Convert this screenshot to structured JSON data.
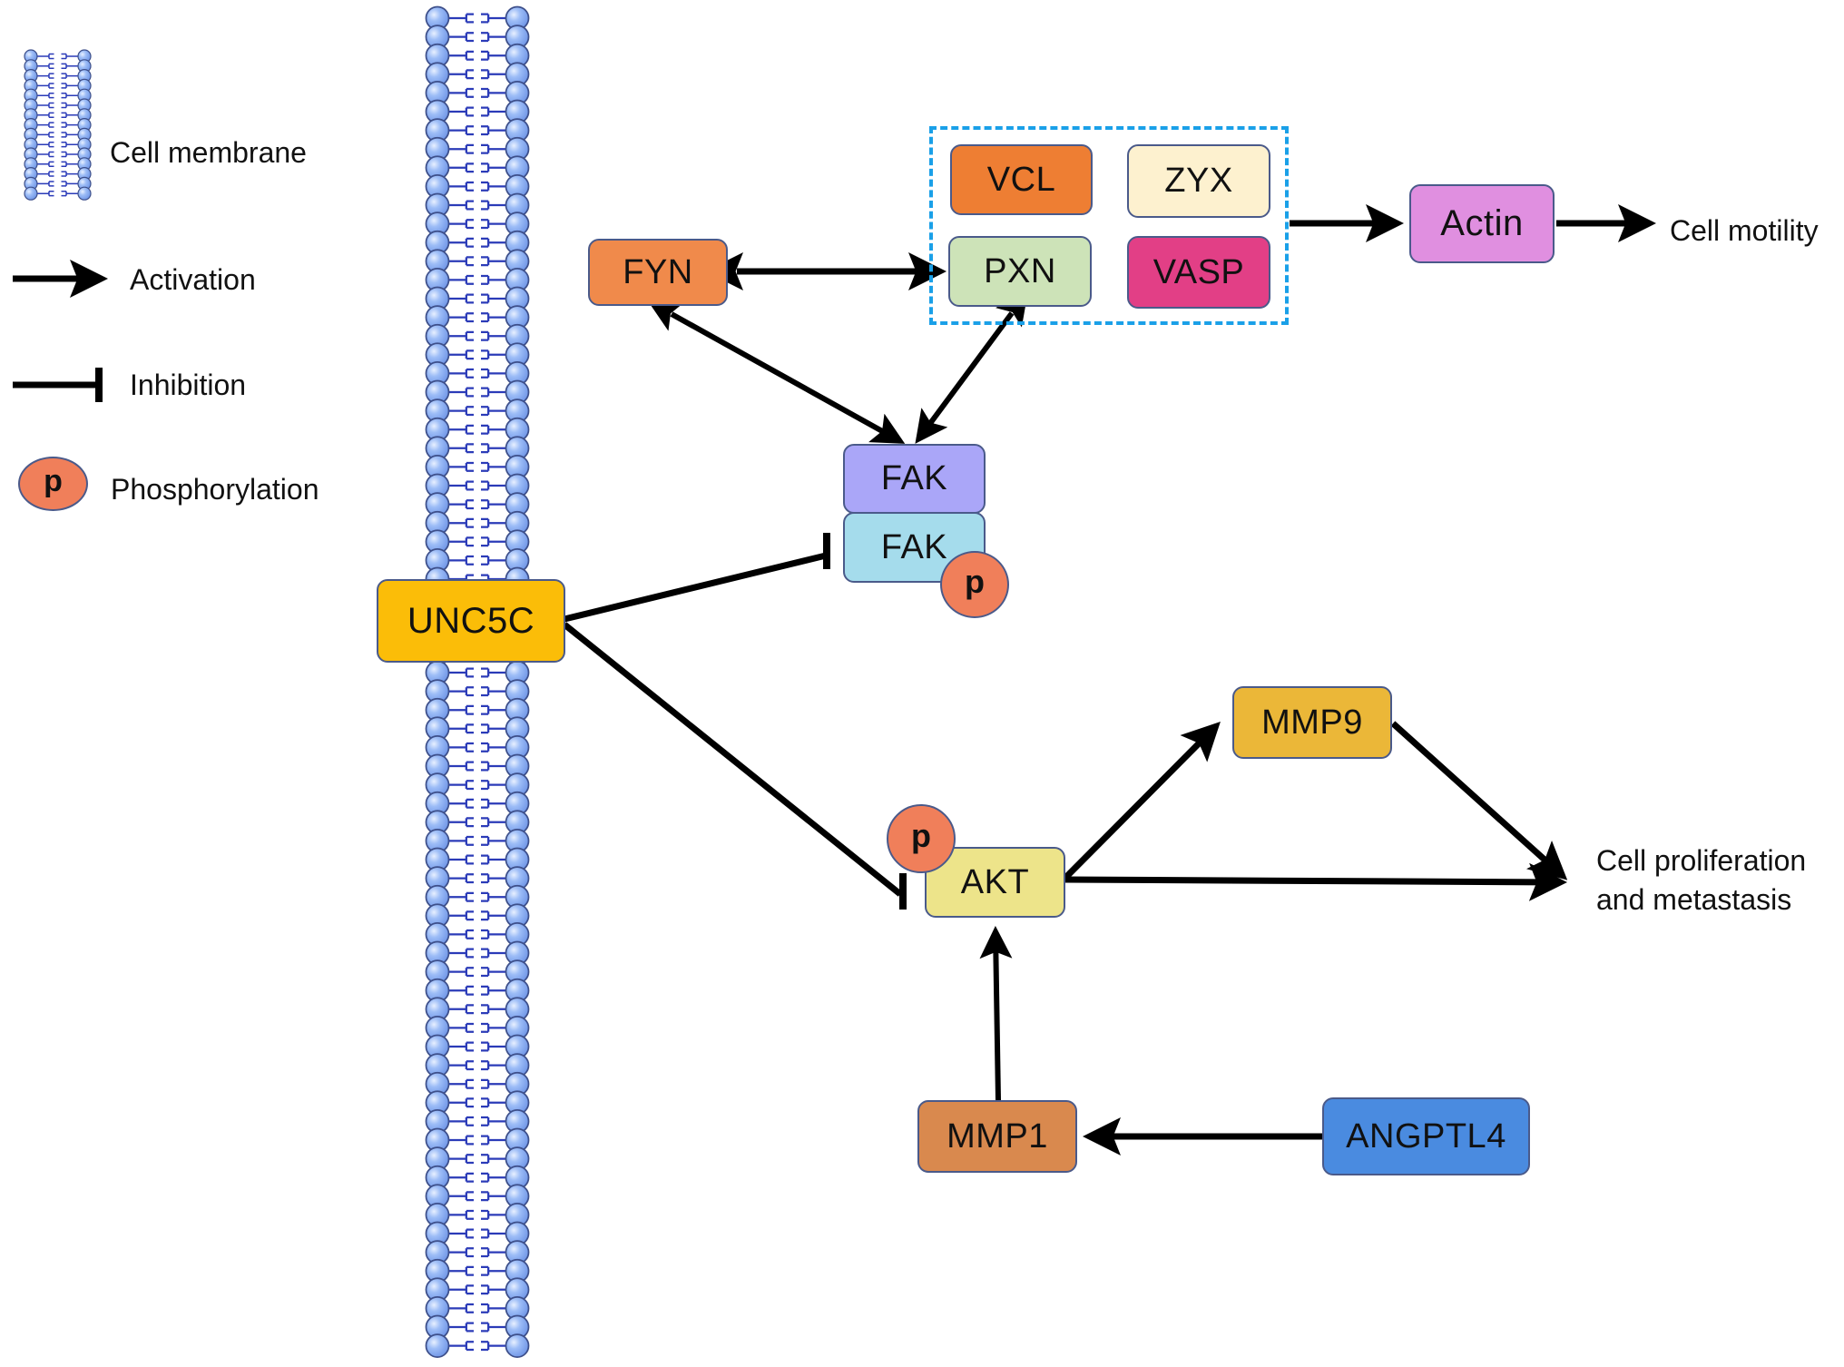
{
  "legend": {
    "membrane_label": "Cell membrane",
    "activation_label": "Activation",
    "inhibition_label": "Inhibition",
    "phosphorylation_label": "Phosphorylation",
    "phospho_symbol": "p"
  },
  "nodes": {
    "unc5c": {
      "label": "UNC5C",
      "color": "#fbbd08"
    },
    "fyn": {
      "label": "FYN",
      "color": "#f08a4b"
    },
    "vcl": {
      "label": "VCL",
      "color": "#ee7e33"
    },
    "zyx": {
      "label": "ZYX",
      "color": "#fdf1cf"
    },
    "pxn": {
      "label": "PXN",
      "color": "#cde3b8"
    },
    "vasp": {
      "label": "VASP",
      "color": "#e23f86"
    },
    "actin": {
      "label": "Actin",
      "color": "#e08fe0"
    },
    "fak": {
      "label": "FAK",
      "color": "#aaa6f8"
    },
    "fak_p": {
      "label": "FAK",
      "color": "#a5dcec"
    },
    "mmp9": {
      "label": "MMP9",
      "color": "#ebb738"
    },
    "akt": {
      "label": "AKT",
      "color": "#ede48a"
    },
    "mmp1": {
      "label": "MMP1",
      "color": "#d9894e"
    },
    "angptl4": {
      "label": "ANGPTL4",
      "color": "#4a8be0"
    }
  },
  "outcomes": {
    "cell_motility": "Cell motility",
    "proliferation_line1": "Cell proliferation",
    "proliferation_line2": "and metastasis"
  },
  "edges": [
    {
      "from": "FYN",
      "to": "PXN",
      "type": "activation",
      "bidirectional": true
    },
    {
      "from": "FYN",
      "to": "FAK",
      "type": "activation",
      "bidirectional": true
    },
    {
      "from": "PXN",
      "to": "FAK",
      "type": "activation",
      "bidirectional": true
    },
    {
      "from": "Focal adhesion complex",
      "to": "Actin",
      "type": "activation"
    },
    {
      "from": "Actin",
      "to": "Cell motility",
      "type": "activation"
    },
    {
      "from": "UNC5C",
      "to": "p-FAK",
      "type": "inhibition"
    },
    {
      "from": "UNC5C",
      "to": "p-AKT",
      "type": "inhibition"
    },
    {
      "from": "AKT",
      "to": "MMP9",
      "type": "activation"
    },
    {
      "from": "AKT",
      "to": "Cell proliferation and metastasis",
      "type": "activation"
    },
    {
      "from": "MMP9",
      "to": "Cell proliferation and metastasis",
      "type": "activation"
    },
    {
      "from": "MMP1",
      "to": "AKT",
      "type": "activation"
    },
    {
      "from": "ANGPTL4",
      "to": "MMP1",
      "type": "activation"
    }
  ],
  "colors": {
    "membrane_head": "#8fb4f5",
    "membrane_outline": "#3d4f8a",
    "membrane_tail": "#2b3bb8",
    "complex_border": "#1aa0e8",
    "phospho": "#f07f5a"
  }
}
